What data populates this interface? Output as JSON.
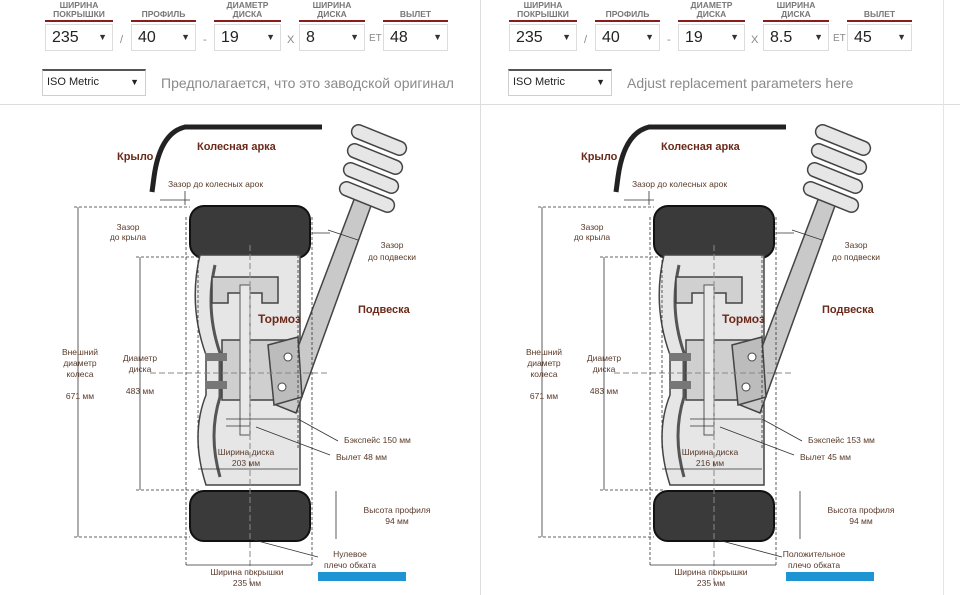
{
  "left": {
    "fields": {
      "tire_width": {
        "label": "ШИРИНА ПОКРЫШКИ",
        "value": "235"
      },
      "profile": {
        "label": "ПРОФИЛЬ",
        "value": "40"
      },
      "rim_diameter": {
        "label": "ДИАМЕТР ДИСКА",
        "value": "19"
      },
      "rim_width": {
        "label": "ШИРИНА ДИСКА",
        "value": "8"
      },
      "offset": {
        "label": "ВЫЛЕТ",
        "value": "48"
      }
    },
    "sep_slash": "/",
    "sep_dash": "-",
    "sep_x": "X",
    "et": "ET",
    "units": "ISO Metric",
    "note": "Предполагается, что это заводской оригинал",
    "diagram": {
      "fender": "Крыло",
      "arch": "Колесная арка",
      "arch_clearance": "Зазор до колесных арок",
      "fender_clear_1": "Зазор",
      "fender_clear_2": "до крыла",
      "susp_clear_1": "Зазор",
      "susp_clear_2": "до подвески",
      "suspension": "Подвеска",
      "brake": "Тормоз",
      "outer_1": "Внешний",
      "outer_2": "диаметр",
      "outer_3": "колеса",
      "outer_val": "671 мм",
      "rimdia_1": "Диаметр",
      "rimdia_2": "диска",
      "rimdia_val": "483 мм",
      "backspace": "Бэкспейс 150 мм",
      "offset_txt": "Вылет 48 мм",
      "rimwidth_1": "Ширина диска",
      "rimwidth_2": "203 мм",
      "sidewall_1": "Высота профиля",
      "sidewall_2": "94 мм",
      "scrub_1": "Нулевое",
      "scrub_2": "плечо обката",
      "tirewidth_1": "Ширина покрышки",
      "tirewidth_2": "235 мм"
    }
  },
  "right": {
    "fields": {
      "tire_width": {
        "label": "ШИРИНА ПОКРЫШКИ",
        "value": "235"
      },
      "profile": {
        "label": "ПРОФИЛЬ",
        "value": "40"
      },
      "rim_diameter": {
        "label": "ДИАМЕТР ДИСКА",
        "value": "19"
      },
      "rim_width": {
        "label": "ШИРИНА ДИСКА",
        "value": "8.5"
      },
      "offset": {
        "label": "ВЫЛЕТ",
        "value": "45"
      }
    },
    "sep_slash": "/",
    "sep_dash": "-",
    "sep_x": "X",
    "et": "ET",
    "units": "ISO Metric",
    "note": "Adjust replacement parameters here",
    "diagram": {
      "fender": "Крыло",
      "arch": "Колесная арка",
      "arch_clearance": "Зазор до колесных арок",
      "fender_clear_1": "Зазор",
      "fender_clear_2": "до крыла",
      "susp_clear_1": "Зазор",
      "susp_clear_2": "до подвески",
      "suspension": "Подвеска",
      "brake": "Тормоз",
      "outer_1": "Внешний",
      "outer_2": "диаметр",
      "outer_3": "колеса",
      "outer_val": "671 мм",
      "rimdia_1": "Диаметр",
      "rimdia_2": "диска",
      "rimdia_val": "483 мм",
      "backspace": "Бэкспейс 153 мм",
      "offset_txt": "Вылет 45 мм",
      "rimwidth_1": "Ширина диска",
      "rimwidth_2": "216 мм",
      "sidewall_1": "Высота профиля",
      "sidewall_2": "94 мм",
      "scrub_1": "Положительное",
      "scrub_2": "плечо обката",
      "tirewidth_1": "Ширина покрышки",
      "tirewidth_2": "235 мм"
    }
  },
  "colors": {
    "accent_line": "#8b1c1c",
    "diagram_label": "#6b2a1a",
    "scrub_bar": "#1f94d2",
    "tire": "#333333"
  }
}
